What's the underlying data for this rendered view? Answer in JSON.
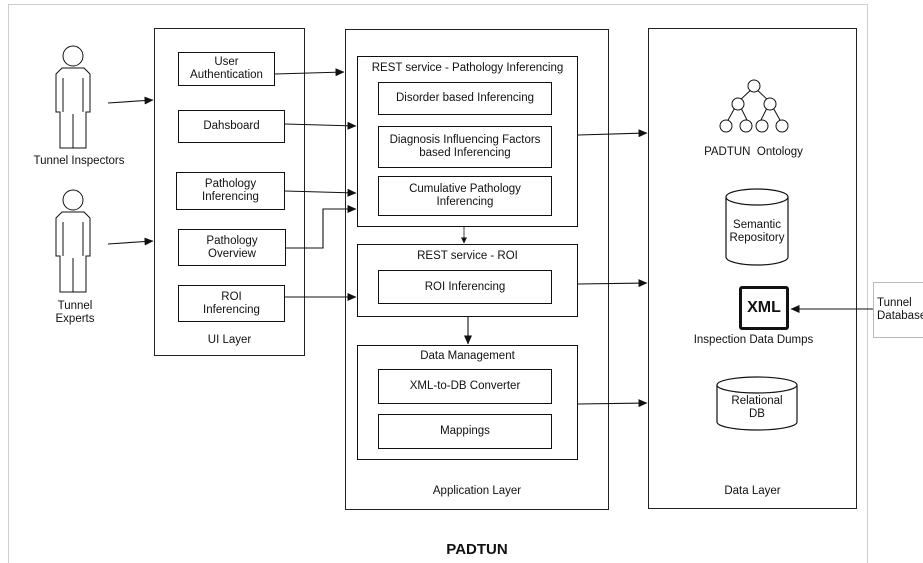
{
  "title": "PADTUN",
  "actors": {
    "inspectors": "Tunnel Inspectors",
    "experts_line1": "Tunnel",
    "experts_line2": "Experts"
  },
  "ui_layer": {
    "label": "UI Layer",
    "items": [
      "User\nAuthentication",
      "Dahsboard",
      "Pathology\nInferencing",
      "Pathology\nOverview",
      "ROI\nInferencing"
    ]
  },
  "application_layer": {
    "label": "Application Layer",
    "pathology_service": {
      "title": "REST service - Pathology Inferencing",
      "items": [
        "Disorder based Inferencing",
        "Diagnosis Influencing Factors\nbased Inferencing",
        "Cumulative Pathology\nInferencing"
      ]
    },
    "roi_service": {
      "title": "REST service - ROI",
      "items": [
        "ROI Inferencing"
      ]
    },
    "data_management": {
      "title": "Data Management",
      "items": [
        "XML-to-DB Converter",
        "Mappings"
      ]
    }
  },
  "data_layer": {
    "label": "Data Layer",
    "ontology": "PADTUN  Ontology",
    "semantic_repo": "Semantic\nRepository",
    "xml_icon_text": "XML",
    "dumps": "Inspection Data Dumps",
    "relational_db": "Relational\nDB"
  },
  "external": {
    "line1": "Tunnel",
    "line2": "Database"
  }
}
